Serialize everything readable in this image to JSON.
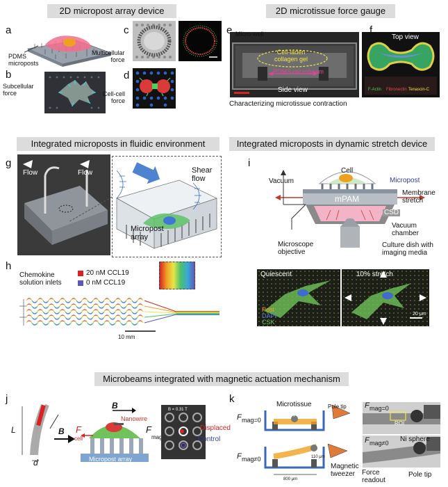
{
  "headers": {
    "micropost_array": "2D micropost array device",
    "force_gauge": "2D microtissue force gauge",
    "fluidic": "Integrated microposts in fluidic environment",
    "stretch": "Integrated microposts in dynamic stretch device",
    "magnetic": "Microbeams integrated with magnetic actuation mechanism"
  },
  "panel_labels": {
    "a": "a",
    "b": "b",
    "c": "c",
    "d": "d",
    "e": "e",
    "f": "f",
    "g": "g",
    "h": "h",
    "i": "i",
    "j": "j",
    "k": "k"
  },
  "panel_a": {
    "microposts": "PDMS\nmicroposts",
    "sub": "Subcellular\nforce",
    "multi": "Multicellular\nforce",
    "cellcell": "Cell-cell\nforce"
  },
  "panel_e": {
    "microwell": "Micro-well",
    "gel": "Cell-laden\ncollagen gel",
    "beam": "PDMS microbeam",
    "side": "Side view",
    "caption": "Characterizing microtissue contraction"
  },
  "panel_f": {
    "top": "Top view",
    "stain1": "F-Actin",
    "stain2": "Fibronectin",
    "stain3": "Tenascin-C"
  },
  "panel_g": {
    "flow1": "Flow",
    "flow2": "Flow",
    "shear": "Shear\nflow",
    "array": "Micropost\narray"
  },
  "panel_h": {
    "inlets": "Chemokine\nsolution inlets",
    "high": "20 nM CCL19",
    "low": "0 nM CCL19",
    "scale": "10 mm"
  },
  "panel_i": {
    "cell": "Cell",
    "vacuum": "Vacuum",
    "micropost": "Micropost",
    "membrane": "Membrane\nstretch",
    "mpam": "mPAM",
    "csd": "CSD",
    "chamber": "Vacuum\nchamber",
    "objective": "Microscope\nobjective",
    "dish": "Culture dish with\nimaging media",
    "quiescent": "Quiescent",
    "stretched": "10% stretch",
    "post": "Post",
    "dapi": "DAPI",
    "csk": "CSK",
    "scalebar": "20 μm"
  },
  "panel_j": {
    "L": "L",
    "d": "d",
    "B": "B",
    "B2": "B",
    "F": "F",
    "cell": "cell",
    "nanowire": "Nanowire",
    "F2": "F",
    "mag": "mag",
    "array": "Micropost array",
    "displaced": "Displaced",
    "control": "Control",
    "bfield": "B = 0.31 T"
  },
  "panel_k": {
    "tissue": "Microtissue",
    "pole": "Pole tip",
    "sphere": "Ni sphere",
    "f0": "F",
    "f0b": "mag=0",
    "fn": "F",
    "fnb": "mag≠0",
    "tweezer": "Magnetic\ntweezer",
    "dim1": "800 μm",
    "dim2": "110 μm",
    "img_f0": "F",
    "img_f0b": "mag=0",
    "roi": "ROI",
    "img_fn": "F",
    "img_fnb": "mag≠0",
    "sphere2": "Ni sphere",
    "force": "Force\nreadout",
    "pole2": "Pole tip"
  },
  "colors": {
    "header_bg": "#dcdcdc",
    "magenta": "#e0449a",
    "yellow": "#f2e64a",
    "red": "#d92323",
    "blue": "#2f3f9a",
    "green": "#7ed36a"
  }
}
